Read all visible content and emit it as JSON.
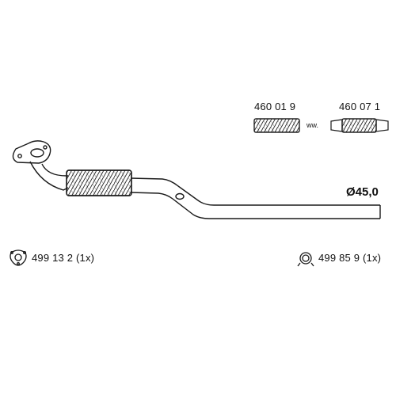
{
  "parts": {
    "flex_part_1": "460 01 9",
    "flex_part_2": "460 07 1",
    "separator": "ww.",
    "diameter": "Ø45,0",
    "gasket": "499 13 2 (1x)",
    "clamp": "499 85 9 (1x)"
  },
  "icons": {
    "gasket": "three-bolt-gasket-icon",
    "clamp": "ring-clamp-icon"
  },
  "colors": {
    "line": "#1a1a1a",
    "background": "#ffffff"
  }
}
